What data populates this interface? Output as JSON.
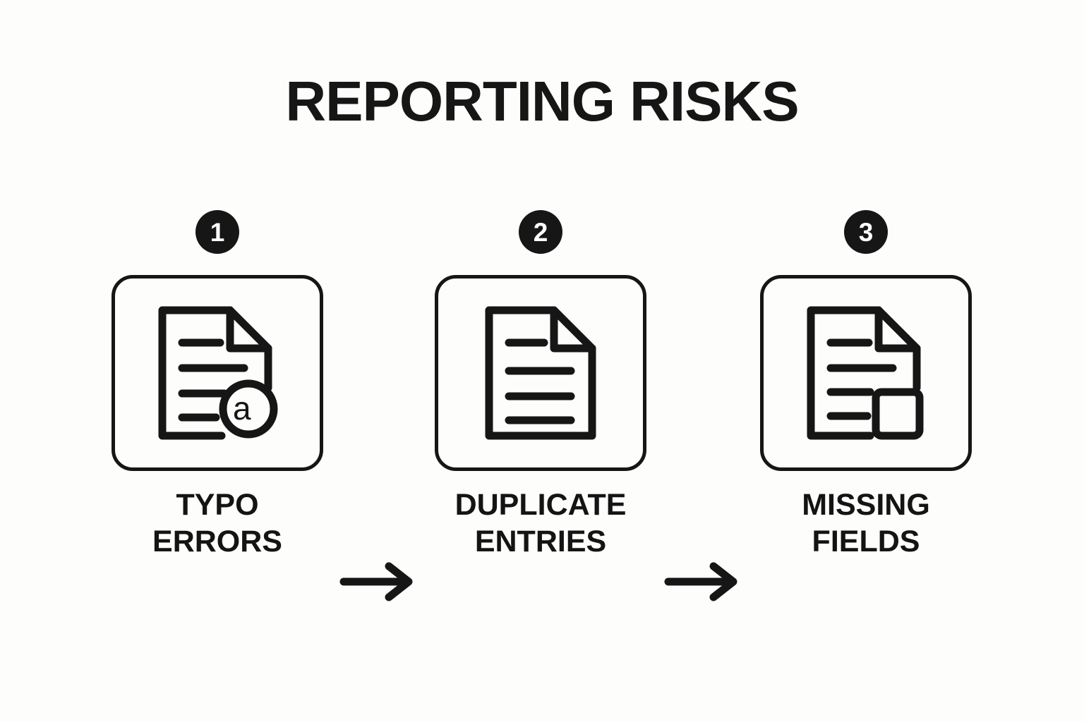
{
  "page": {
    "title": "REPORTING RISKS",
    "background_color": "#fdfdfb",
    "ink_color": "#161616"
  },
  "steps": [
    {
      "number": "1",
      "icon": "document-typo-icon",
      "label_line1": "TYPO",
      "label_line2": "ERRORS",
      "badge_symbol": "a"
    },
    {
      "number": "2",
      "icon": "document-duplicate-icon",
      "label_line1": "DUPLICATE",
      "label_line2": "ENTRIES"
    },
    {
      "number": "3",
      "icon": "document-missing-field-icon",
      "label_line1": "MISSING",
      "label_line2": "FIELDS"
    }
  ],
  "connectors": [
    {
      "name": "arrow-right-1"
    },
    {
      "name": "arrow-right-2"
    }
  ]
}
